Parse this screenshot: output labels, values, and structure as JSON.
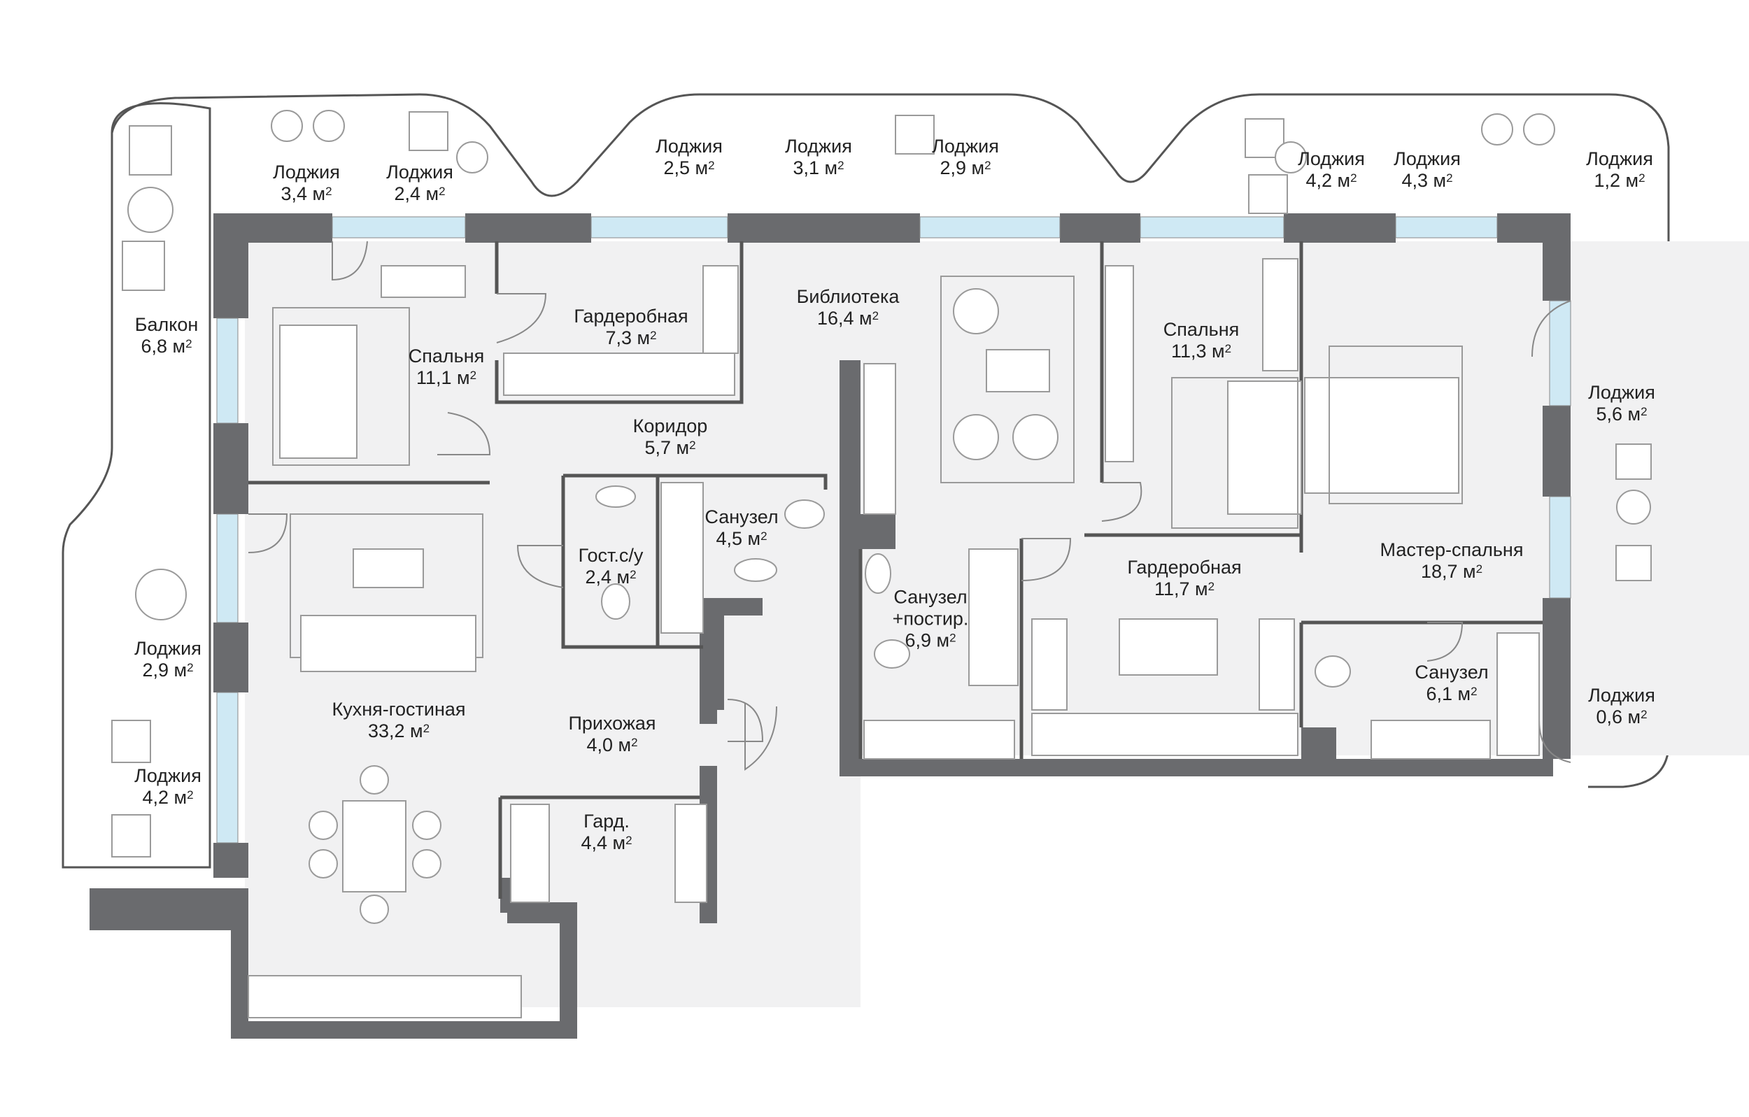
{
  "plan": {
    "area_unit": "м",
    "area_unit_exp": "2",
    "colors": {
      "wall": "#6a6b6e",
      "floor": "#f1f1f2",
      "outline": "#555555",
      "glass": "#cfe9f4",
      "furniture": "#9a9a9a",
      "text": "#222222"
    },
    "rooms": [
      {
        "id": "loggia-1",
        "name": "Лоджия",
        "area": "3,4"
      },
      {
        "id": "loggia-2",
        "name": "Лоджия",
        "area": "2,4"
      },
      {
        "id": "loggia-3",
        "name": "Лоджия",
        "area": "2,5"
      },
      {
        "id": "loggia-4",
        "name": "Лоджия",
        "area": "3,1"
      },
      {
        "id": "loggia-5",
        "name": "Лоджия",
        "area": "2,9"
      },
      {
        "id": "loggia-6",
        "name": "Лоджия",
        "area": "4,2"
      },
      {
        "id": "loggia-7",
        "name": "Лоджия",
        "area": "4,3"
      },
      {
        "id": "loggia-8",
        "name": "Лоджия",
        "area": "1,2"
      },
      {
        "id": "balcony",
        "name": "Балкон",
        "area": "6,8"
      },
      {
        "id": "wardrobe-1",
        "name": "Гардеробная",
        "area": "7,3"
      },
      {
        "id": "library",
        "name": "Библиотека",
        "area": "16,4"
      },
      {
        "id": "bedroom-1",
        "name": "Спальня",
        "area": "11,1"
      },
      {
        "id": "bedroom-2",
        "name": "Спальня",
        "area": "11,3"
      },
      {
        "id": "loggia-9",
        "name": "Лоджия",
        "area": "5,6"
      },
      {
        "id": "corridor",
        "name": "Коридор",
        "area": "5,7"
      },
      {
        "id": "bathroom-1",
        "name": "Санузел",
        "area": "4,5"
      },
      {
        "id": "guest-wc",
        "name": "Гост.с/у",
        "area": "2,4"
      },
      {
        "id": "wardrobe-2",
        "name": "Гардеробная",
        "area": "11,7"
      },
      {
        "id": "master-bedroom",
        "name": "Мастер-спальня",
        "area": "18,7"
      },
      {
        "id": "bathroom-laundry",
        "name": "Санузел +постир.",
        "area": "6,9"
      },
      {
        "id": "loggia-10",
        "name": "Лоджия",
        "area": "2,9"
      },
      {
        "id": "bathroom-2",
        "name": "Санузел",
        "area": "6,1"
      },
      {
        "id": "loggia-11",
        "name": "Лоджия",
        "area": "0,6"
      },
      {
        "id": "kitchen-living",
        "name": "Кухня-гостиная",
        "area": "33,2"
      },
      {
        "id": "hallway",
        "name": "Прихожая",
        "area": "4,0"
      },
      {
        "id": "loggia-12",
        "name": "Лоджия",
        "area": "4,2"
      },
      {
        "id": "closet",
        "name": "Гард.",
        "area": "4,4"
      }
    ]
  }
}
